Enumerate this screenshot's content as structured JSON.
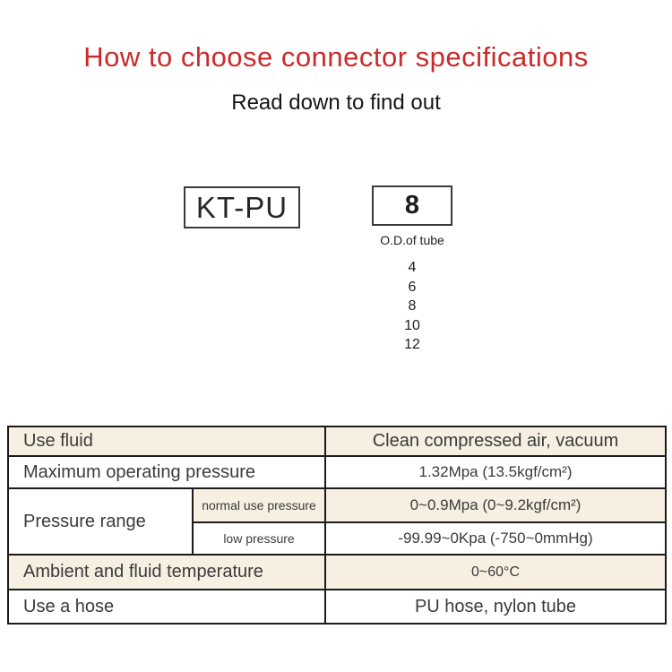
{
  "page": {
    "title": "How to choose connector specifications",
    "subtitle": "Read down to find out",
    "colors": {
      "title_red": "#cb2a2a",
      "row_highlight_beige": "#f6efe2",
      "table_border": "#1b1b1b"
    }
  },
  "model_code": {
    "series": "KT-PU",
    "size": "8",
    "size_caption": "O.D.of tube",
    "size_options": [
      "4",
      "6",
      "8",
      "10",
      "12"
    ]
  },
  "spec_table": {
    "use_fluid": {
      "label": "Use fluid",
      "value": "Clean compressed air, vacuum"
    },
    "max_pressure": {
      "label": "Maximum operating pressure",
      "value": "1.32Mpa (13.5kgf/cm²)"
    },
    "pressure_range": {
      "label": "Pressure range",
      "normal": {
        "label": "normal use pressure",
        "value": "0~0.9Mpa (0~9.2kgf/cm²)"
      },
      "low": {
        "label": "low pressure",
        "value": "-99.99~0Kpa (-750~0mmHg)"
      }
    },
    "temperature": {
      "label": "Ambient and fluid temperature",
      "value": "0~60°C"
    },
    "hose": {
      "label": "Use a hose",
      "value": "PU hose, nylon tube"
    }
  }
}
